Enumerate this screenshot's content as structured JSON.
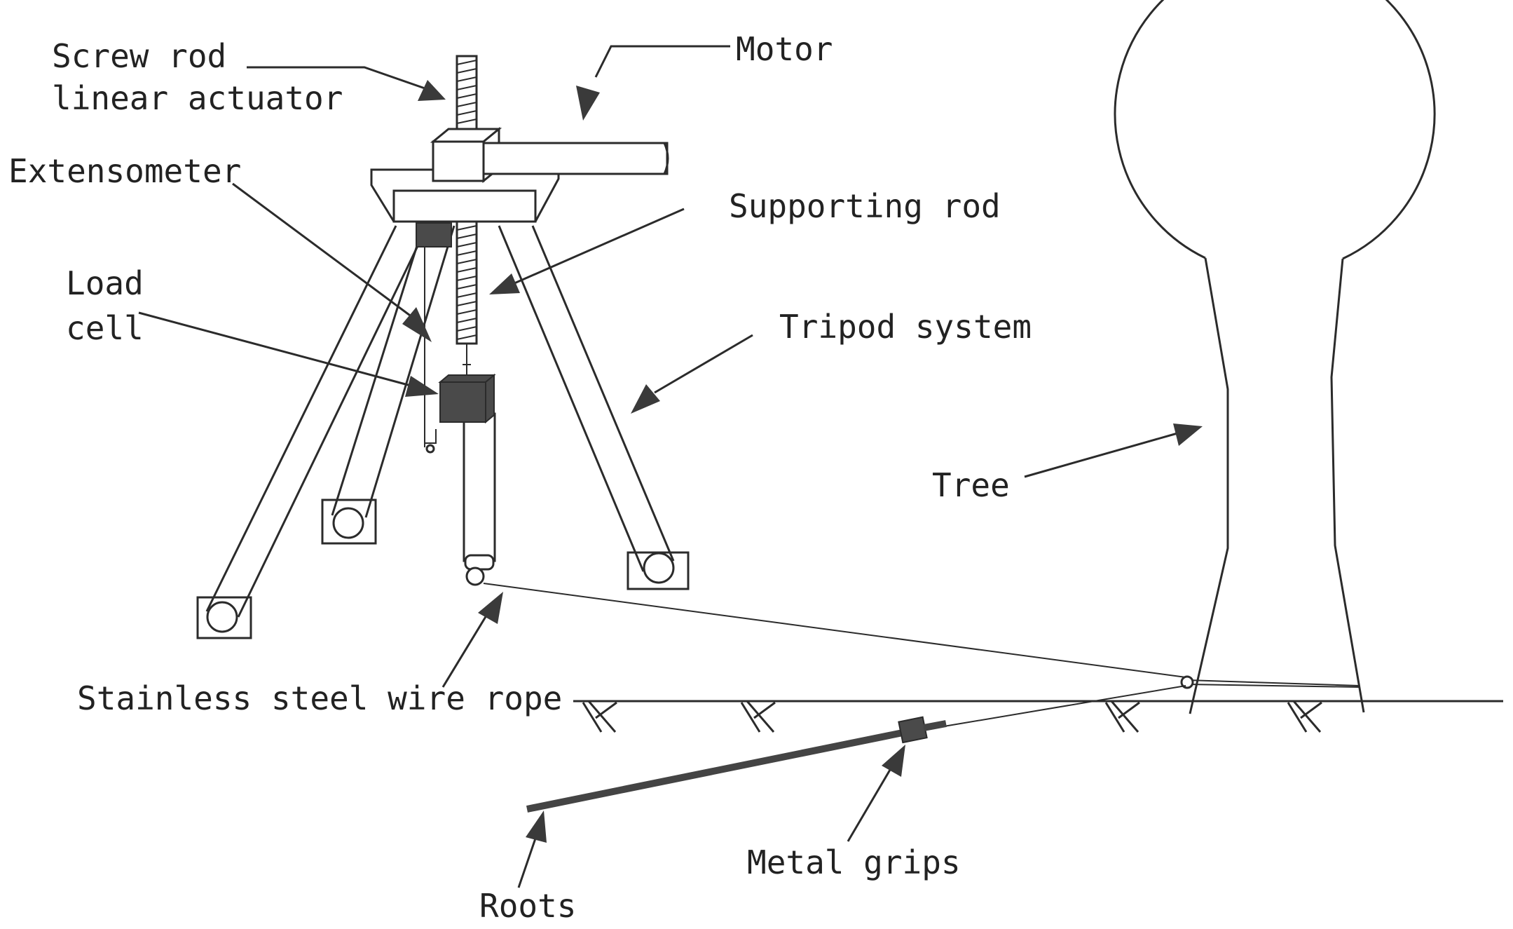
{
  "labels": {
    "screw_rod_line1": "Screw rod",
    "screw_rod_line2": "linear actuator",
    "motor": "Motor",
    "extensometer": "Extensometer",
    "supporting_rod": "Supporting rod",
    "load_line1": "Load",
    "load_line2": "cell",
    "tripod_system": "Tripod system",
    "tree": "Tree",
    "wire_rope": "Stainless steel wire rope",
    "metal_grips": "Metal grips",
    "roots": "Roots"
  }
}
